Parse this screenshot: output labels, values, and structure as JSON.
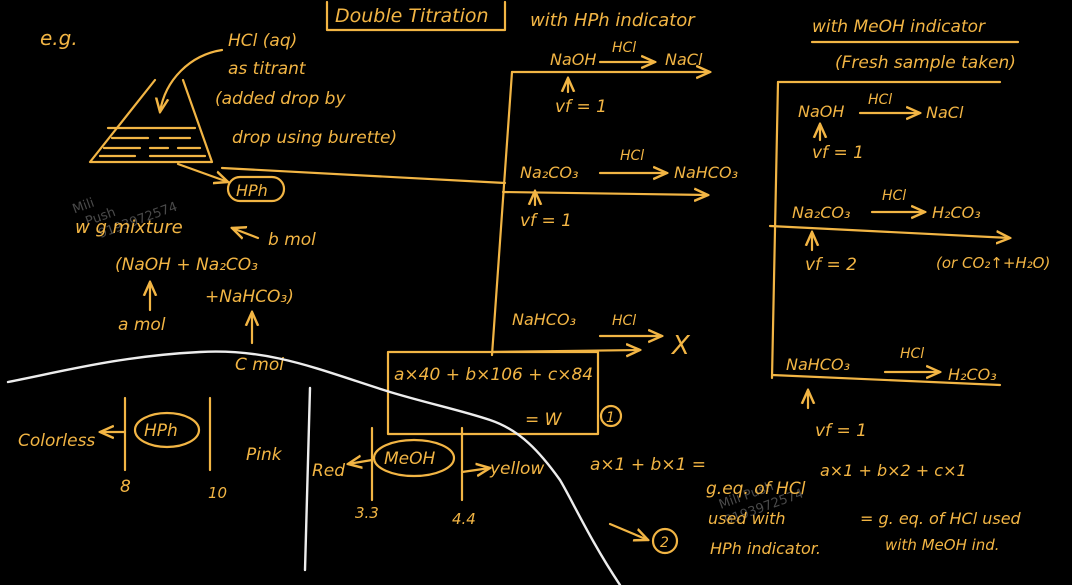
{
  "colors": {
    "background": "#000000",
    "ink": "#F2B544",
    "divider": "#EDEDED"
  },
  "heading": {
    "eg": "e.g.",
    "title": "Double Titration",
    "hph_header": "with HPh indicator",
    "meoh_header": "with MeOH indicator",
    "meoh_subheader": "(Fresh sample taken)"
  },
  "flask": {
    "note_line1": "HCl (aq)",
    "note_line2": "as titrant",
    "note_line3": "(added drop by",
    "note_line4": "drop using burette)",
    "indicator": "HPh",
    "weight_label": "w g mixture",
    "mixture_line1": "(NaOH + Na₂CO₃",
    "mixture_line2": "+NaHCO₃)",
    "b_mol": "b mol",
    "a_mol": "a mol",
    "c_mol": "C mol"
  },
  "hph_column": {
    "reaction1": {
      "left": "NaOH",
      "reagent": "HCl",
      "right": "NaCl",
      "vf": "vf = 1"
    },
    "reaction2": {
      "left": "Na₂CO₃",
      "reagent": "HCl",
      "right": "NaHCO₃",
      "vf": "vf = 1"
    },
    "reaction3": {
      "left": "NaHCO₃",
      "reagent": "HCl",
      "right": "X"
    }
  },
  "meoh_column": {
    "reaction1": {
      "left": "NaOH",
      "reagent": "HCl",
      "right": "NaCl",
      "vf": "vf = 1"
    },
    "reaction2": {
      "left": "Na₂CO₃",
      "reagent": "HCl",
      "right": "H₂CO₃",
      "alt": "(or CO₂↑+H₂O)",
      "vf": "vf = 2"
    },
    "reaction3": {
      "left": "NaHCO₃",
      "reagent": "HCl",
      "right": "H₂CO₃",
      "vf": "vf = 1"
    }
  },
  "equations": {
    "eq1_line1": "a×40 + b×106 + c×84",
    "eq1_line2": "= W",
    "eq1_number": "1",
    "eq2_lhs": "a×1 + b×1 =",
    "eq2_rhs1": "g.eq. of HCl",
    "eq2_rhs2": "used with",
    "eq2_rhs3": "HPh indicator.",
    "eq2_number": "2",
    "eq3_lhs": "a×1 + b×2 + c×1",
    "eq3_rhs1": "= g. eq. of HCl used",
    "eq3_rhs2": "with MeOH ind."
  },
  "ranges": {
    "hph_left": "Colorless",
    "hph_name": "HPh",
    "hph_right": "Pink",
    "hph_low": "8",
    "hph_high": "10",
    "meoh_left": "Red",
    "meoh_name": "MeOH",
    "meoh_right": "yellow",
    "meoh_low": "3.3",
    "meoh_high": "4.4"
  },
  "watermark": {
    "line1": "Mili",
    "line2": "Push",
    "line3": "9193972574",
    "line4": "Mili Push",
    "line5": "9193972574"
  }
}
